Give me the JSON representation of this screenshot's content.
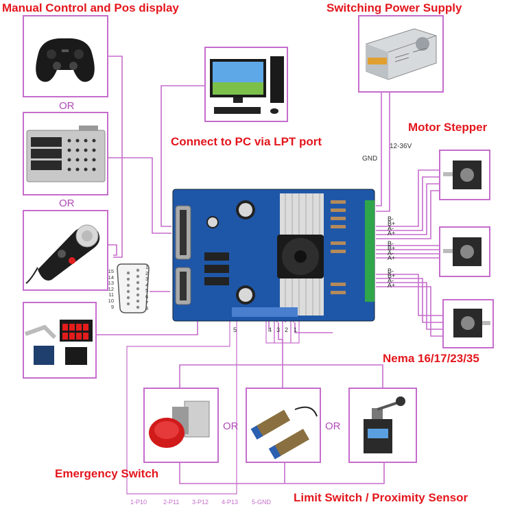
{
  "titles": {
    "manual": "Manual Control and Pos display",
    "power": "Switching Power Supply",
    "motor": "Motor Stepper",
    "pc": "Connect to PC via LPT port",
    "nema": "Nema 16/17/23/35",
    "emergency": "Emergency Switch",
    "limit": "Limit Switch / Proximity Sensor"
  },
  "or_label": "OR",
  "power_labels": {
    "voltage": "12-36V",
    "gnd": "GND"
  },
  "motor_pins": [
    "B-",
    "B+",
    "A-",
    "A+"
  ],
  "db15_pins_left": [
    "15",
    "14",
    "13",
    "12",
    "11",
    "10",
    "9"
  ],
  "db15_pins_right": [
    "1",
    "2",
    "3",
    "4",
    "5",
    "6",
    "7",
    "8"
  ],
  "input_pins": [
    "4",
    "3",
    "2",
    "1"
  ],
  "pin5_label": "5",
  "pin_map": [
    "1-P10",
    "2-P11",
    "3-P12",
    "4-P13",
    "5-GND"
  ],
  "colors": {
    "title_red": "#e3161c",
    "wire_purple": "#c56ccc",
    "board_blue": "#1f57a8"
  },
  "icons": [
    "gamepad-icon",
    "control-panel-icon",
    "handwheel-pendant-icon",
    "db15-connector-icon",
    "display-module-icon",
    "desktop-pc-icon",
    "power-supply-icon",
    "stepper-motor-icon",
    "controller-board-icon",
    "emergency-button-icon",
    "proximity-sensor-icon",
    "limit-switch-icon"
  ]
}
